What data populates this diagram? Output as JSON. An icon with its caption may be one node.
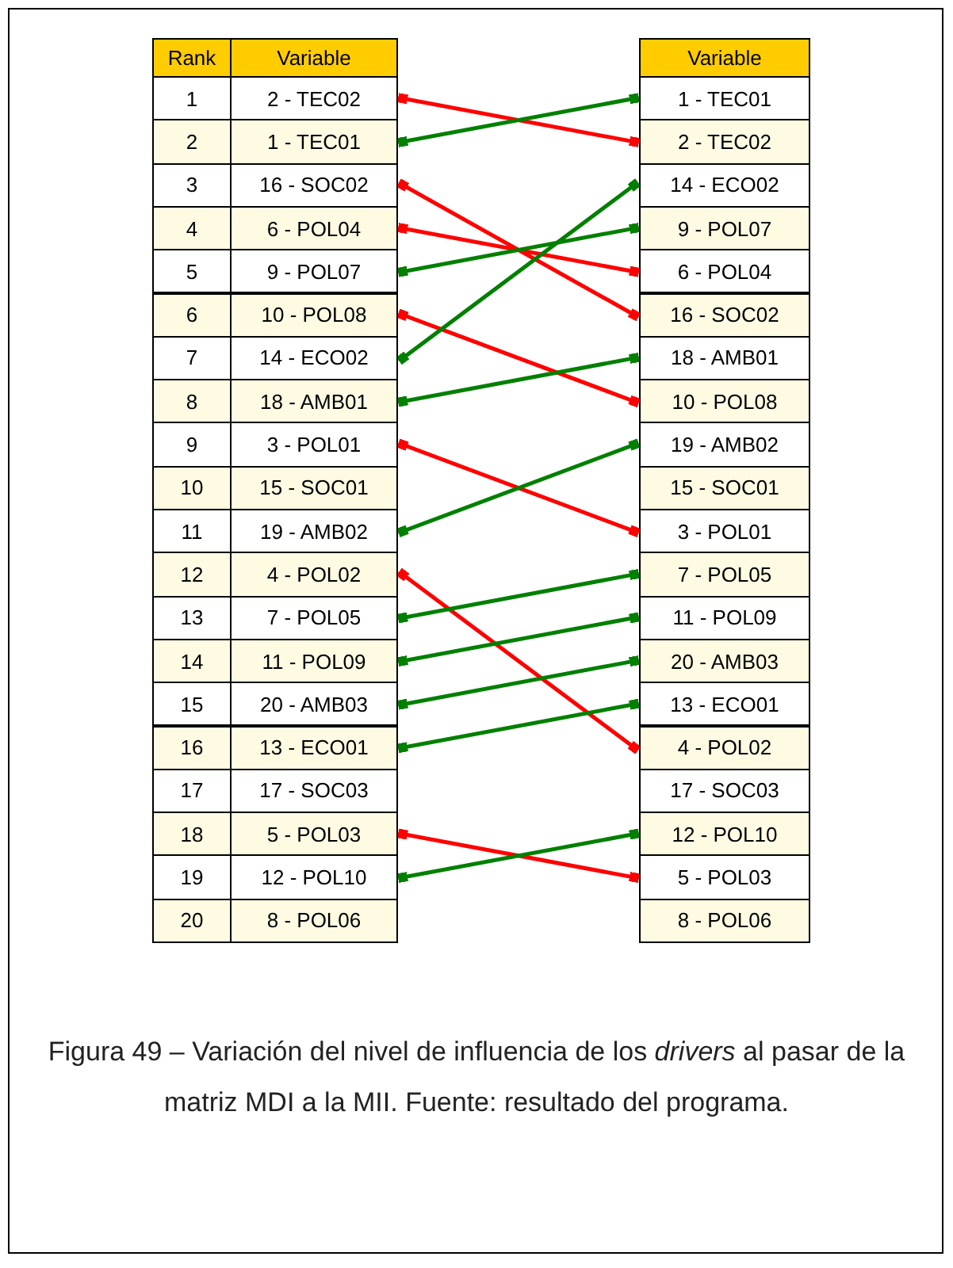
{
  "diagram": {
    "caption": "Figura 49 – Variación del nivel de influencia de los *drivers* al pasar de la matriz MDI a la MII. Fuente: resultado del programa.",
    "nodes": [
      {
        "text": [
          "2 - TEC02"
        ]
      },
      {
        "text": [
          "1 - TEC01"
        ]
      },
      {
        "text": [
          "16 - SOC02"
        ]
      },
      {
        "text": [
          "6 - POL04"
        ]
      },
      {
        "text": [
          "9 - POL07"
        ]
      },
      {
        "text": [
          "10 - POL08"
        ]
      },
      {
        "text": [
          "14 - ECO02"
        ]
      },
      {
        "text": [
          "18 - AMB01"
        ]
      },
      {
        "text": [
          "3 - POL01"
        ]
      },
      {
        "text": [
          "15 - SOC01"
        ]
      },
      {
        "text": [
          "19 - AMB02"
        ]
      },
      {
        "text": [
          "4 - POL02"
        ]
      },
      {
        "text": [
          "7 - POL05"
        ]
      },
      {
        "text": [
          "11 - POL09"
        ]
      },
      {
        "text": [
          "20 - AMB03"
        ]
      },
      {
        "text": [
          "13 - ECO01"
        ]
      },
      {
        "text": [
          "17 - SOC03"
        ]
      },
      {
        "text": [
          "5 - POL03"
        ]
      },
      {
        "text": [
          "12 - POL10"
        ]
      },
      {
        "text": [
          "8 - POL06"
        ]
      },
      {
        "text": [
          "1 - TEC01"
        ]
      },
      {
        "text": [
          "2 - TEC02"
        ]
      },
      {
        "text": [
          "14 - ECO02"
        ]
      },
      {
        "text": [
          "9 - POL07"
        ]
      },
      {
        "text": [
          "6 - POL04"
        ]
      },
      {
        "text": [
          "16 - SOC02"
        ]
      },
      {
        "text": [
          "18 - AMB01"
        ]
      },
      {
        "text": [
          "10 - POL08"
        ]
      },
      {
        "text": [
          "19 - AMB02"
        ]
      },
      {
        "text": [
          "15 - SOC01"
        ]
      },
      {
        "text": [
          "3 - POL01"
        ]
      },
      {
        "text": [
          "7 - POL05"
        ]
      },
      {
        "text": [
          "11 - POL09"
        ]
      },
      {
        "text": [
          "20 - AMB03"
        ]
      },
      {
        "text": [
          "13 - ECO01"
        ]
      },
      {
        "text": [
          "4 - POL02"
        ]
      },
      {
        "text": [
          "17 - SOC03"
        ]
      },
      {
        "text": [
          "12 - POL10"
        ]
      },
      {
        "text": [
          "5 - POL03"
        ]
      },
      {
        "text": [
          "8 - POL06"
        ]
      }
    ],
    "edges": [
      {
        "from": 0,
        "to": 21,
        "arrow": "other",
        "color": "#ff0000"
      },
      {
        "from": 1,
        "to": 20,
        "arrow": "other",
        "color": "#008000"
      },
      {
        "from": 2,
        "to": 25,
        "arrow": "other",
        "color": "#ff0000"
      },
      {
        "from": 3,
        "to": 24,
        "arrow": "other",
        "color": "#ff0000"
      },
      {
        "from": 4,
        "to": 23,
        "arrow": "other",
        "color": "#008000"
      },
      {
        "from": 5,
        "to": 27,
        "arrow": "other",
        "color": "#ff0000"
      },
      {
        "from": 6,
        "to": 22,
        "arrow": "other",
        "color": "#008000"
      },
      {
        "from": 7,
        "to": 26,
        "arrow": "other",
        "color": "#008000"
      },
      {
        "from": 8,
        "to": 30,
        "arrow": "other",
        "color": "#ff0000"
      },
      {
        "from": 10,
        "to": 28,
        "arrow": "other",
        "color": "#008000"
      },
      {
        "from": 11,
        "to": 35,
        "arrow": "other",
        "color": "#ff0000"
      },
      {
        "from": 12,
        "to": 31,
        "arrow": "other",
        "color": "#008000"
      },
      {
        "from": 13,
        "to": 32,
        "arrow": "other",
        "color": "#008000"
      },
      {
        "from": 14,
        "to": 33,
        "arrow": "other",
        "color": "#008000"
      },
      {
        "from": 15,
        "to": 34,
        "arrow": "other",
        "color": "#008000"
      },
      {
        "from": 17,
        "to": 38,
        "arrow": "other",
        "color": "#ff0000"
      },
      {
        "from": 18,
        "to": 37,
        "arrow": "other",
        "color": "#008000"
      }
    ],
    "labels": [
      "Rank",
      "Variable",
      "Variable",
      "1",
      "2",
      "3",
      "4",
      "5",
      "6",
      "7",
      "8",
      "9",
      "10",
      "11",
      "12",
      "13",
      "14",
      "15",
      "16",
      "17",
      "18",
      "19",
      "20"
    ]
  }
}
